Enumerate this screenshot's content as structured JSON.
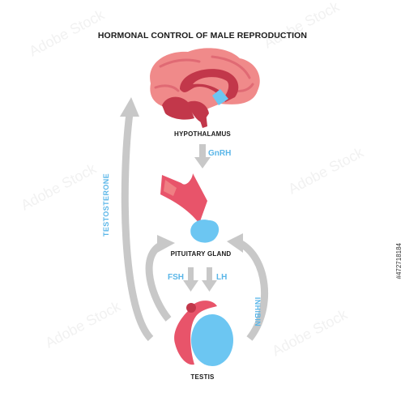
{
  "title": "HORMONAL CONTROL OF MALE REPRODUCTION",
  "labels": {
    "hypothalamus": "HYPOTHALAMUS",
    "pituitary": "PITUITARY GLAND",
    "testis": "TESTIS"
  },
  "hormones": {
    "gnrh": "GnRH",
    "fsh": "FSH",
    "lh": "LH",
    "testosterone": "TESTOSTERONE",
    "inhibin": "INHIBIN"
  },
  "watermark_text": "Adobe Stock",
  "stock_id": "#472718184",
  "colors": {
    "brain_light": "#f08a8a",
    "brain_dark": "#c2374a",
    "brain_mid": "#e05a6a",
    "pituitary_stalk": "#e8546a",
    "gland_blue": "#6cc6f2",
    "arrow_grey": "#c8c8c8",
    "hormone_text": "#5ab6e8"
  }
}
